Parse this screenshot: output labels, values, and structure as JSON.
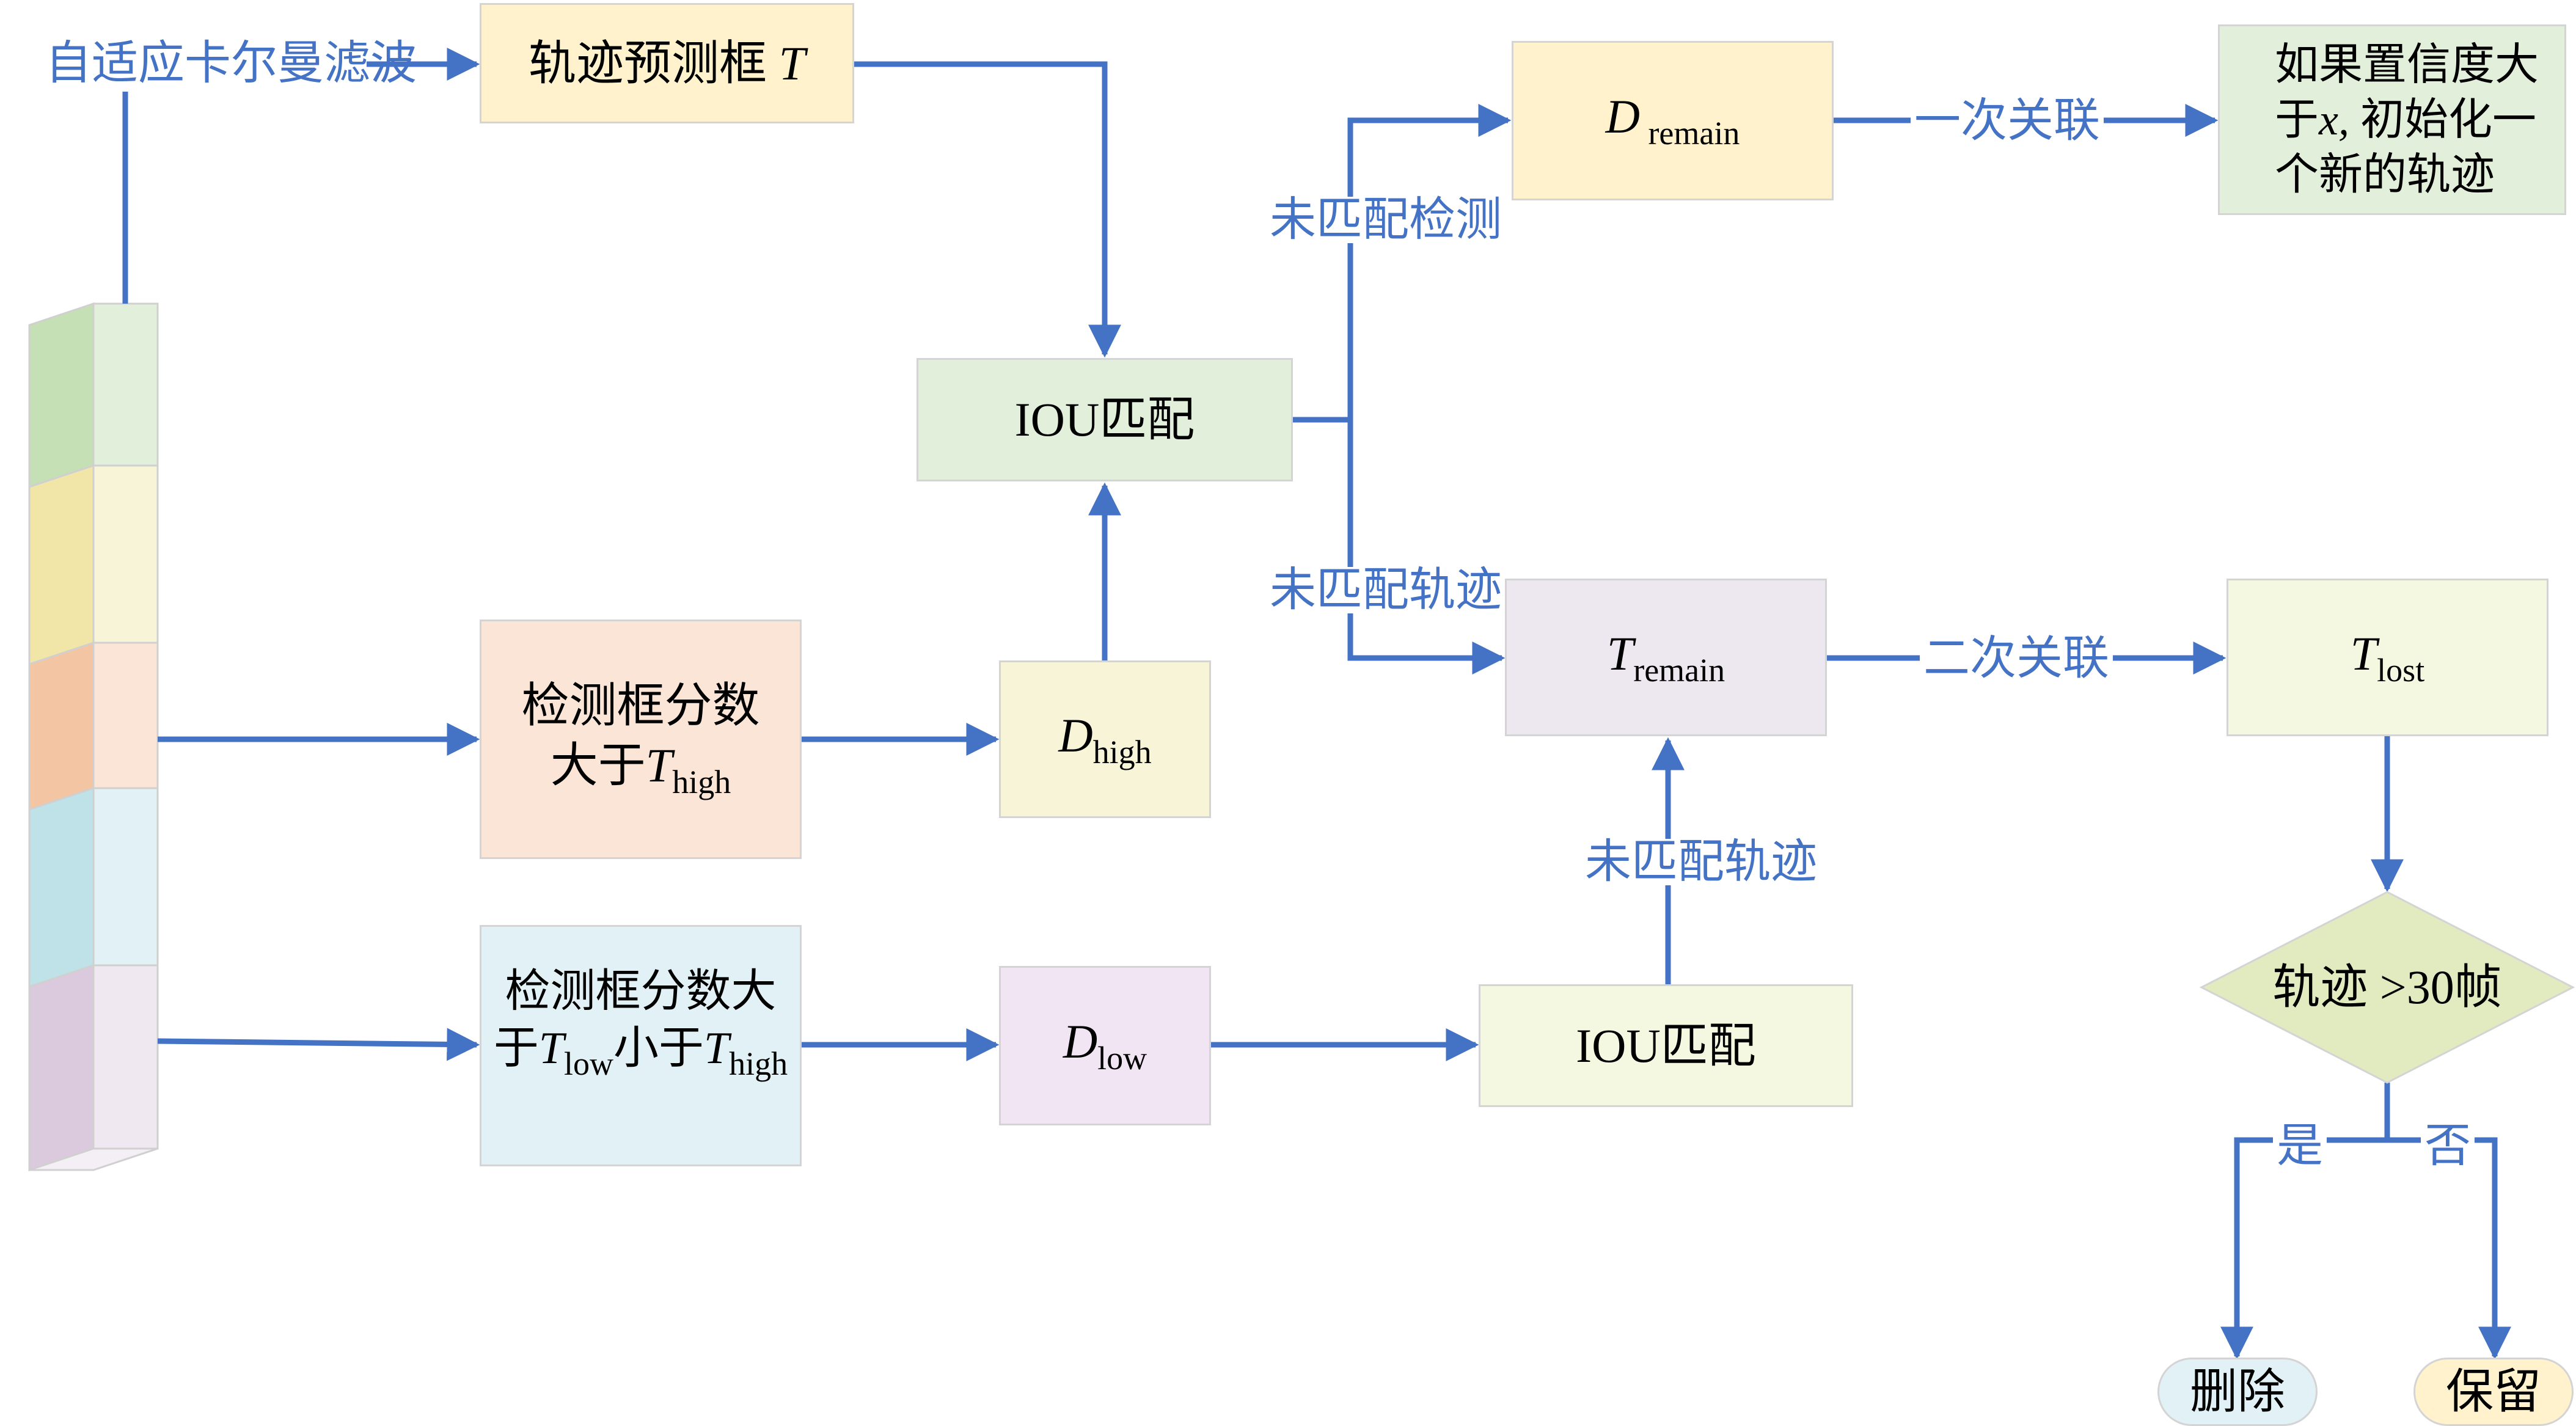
{
  "colors": {
    "arrow": "#4472c4",
    "label": "#4472c4",
    "border": "#d4d4d4",
    "peach_yellow": "#fff2cc",
    "light_green": "#e2efda",
    "light_peach": "#fbe5d6",
    "light_yellow": "#f8f4d8",
    "light_blue": "#e1f1f5",
    "light_purple": "#f1e4f3",
    "lavender": "#ede8ef",
    "pale_yellow_green": "#f5f8e1",
    "diamond_green": "#e2eac0",
    "keep_yellow": "#fff2cc"
  },
  "labels": {
    "kalman": "自适应卡尔曼滤波",
    "unmatched_detection": "未匹配检测",
    "unmatched_track_1": "未匹配轨迹",
    "unmatched_track_2": "未匹配轨迹",
    "first_assoc": "一次关联",
    "second_assoc": "二次关联",
    "yes": "是",
    "no": "否"
  },
  "nodes": {
    "track_pred": {
      "text": "轨迹预测框 ",
      "var": "T"
    },
    "iou_match_1": {
      "text": "IOU匹配"
    },
    "d_remain": {
      "var": "D",
      "sub": " remain"
    },
    "new_track": {
      "line1": "如果置信度大",
      "line2_a": "于",
      "line2_var": "x,",
      "line2_b": " 初始化一",
      "line3": "个新的轨迹"
    },
    "high_score": {
      "line1": "检测框分数",
      "line2_a": "大于",
      "var": "T",
      "sub": "high"
    },
    "d_high": {
      "var": "D",
      "sub": "high"
    },
    "t_remain": {
      "var": "T",
      "sub": "remain"
    },
    "t_lost": {
      "var": "T",
      "sub": "lost"
    },
    "low_score": {
      "line1": "检测框分数大",
      "line2_a": "于",
      "var1": "T",
      "sub1": "low",
      "mid": "小于",
      "var2": "T",
      "sub2": "high"
    },
    "d_low": {
      "var": "D",
      "sub": "low"
    },
    "iou_match_2": {
      "text": "IOU匹配"
    },
    "decision": {
      "text": "轨迹 >30帧"
    },
    "delete": {
      "text": "删除"
    },
    "keep": {
      "text": "保留"
    }
  },
  "stack_layers": [
    {
      "name": "green",
      "front": "#e2efda",
      "side": "#c5e0b4"
    },
    {
      "name": "yellow",
      "front": "#f8f4d8",
      "side": "#f1e6a8"
    },
    {
      "name": "orange",
      "front": "#fbe5d6",
      "side": "#f4c5a2"
    },
    {
      "name": "blue",
      "front": "#e1f1f5",
      "side": "#bfe1e8"
    },
    {
      "name": "purple",
      "front": "#efe8f1",
      "side": "#dbc9dd"
    }
  ]
}
